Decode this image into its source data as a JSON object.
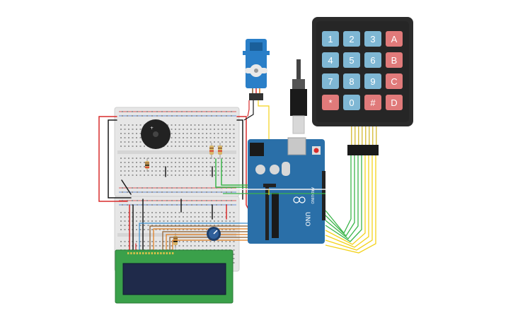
{
  "circuit": {
    "keypad": {
      "keys": [
        [
          "1",
          "2",
          "3",
          "A"
        ],
        [
          "4",
          "5",
          "6",
          "B"
        ],
        [
          "7",
          "8",
          "9",
          "C"
        ],
        [
          "*",
          "0",
          "#",
          "D"
        ]
      ],
      "colors": {
        "body": "#2b2b2b",
        "digit_key": "#7fb7d4",
        "letter_key": "#e07a7a",
        "star_key": "#e07a7a"
      }
    },
    "arduino": {
      "board_text": "UNO",
      "brand_text": "ARDUINO",
      "color": "#2a6fa8"
    },
    "lcd": {
      "color": "#3aa04a",
      "screen_color": "#1f2a4a"
    },
    "breadboard": {
      "color": "#e9e9e9"
    },
    "wire_colors": {
      "red": "#d92b2b",
      "black": "#1a1a1a",
      "yellow": "#f3d21a",
      "green": "#3bb54a",
      "orange": "#e07b1a",
      "blue": "#3a8fd0",
      "brown": "#8a5a2b",
      "white": "#f4f4f4"
    }
  }
}
